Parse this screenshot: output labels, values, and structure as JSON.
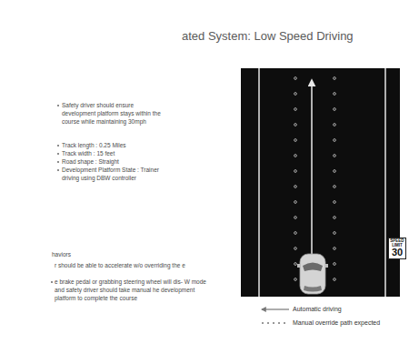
{
  "diagram": {
    "title": "ated System: Low Speed Driving",
    "nodes": [
      {
        "text": [
          "SPEED LIMIT",
          "30"
        ]
      }
    ],
    "labels": [
      "Safety driver should ensure development platform stays within the course while maintaining 30mph",
      "Track length : 0.25 Miles",
      "Track width : 15 feet",
      "Road shape : Straight",
      "Development Platform State : Trainer driving using DBW controller",
      "haviors",
      "r should be able to accelerate w/o overriding the e",
      "e brake pedal or grabbing steering wheel will dis- W mode and safety driver should take manual he development platform to complete the course"
    ],
    "legend": [
      {
        "text": "Automatic driving"
      },
      {
        "text": "Manual override path expected"
      }
    ]
  }
}
